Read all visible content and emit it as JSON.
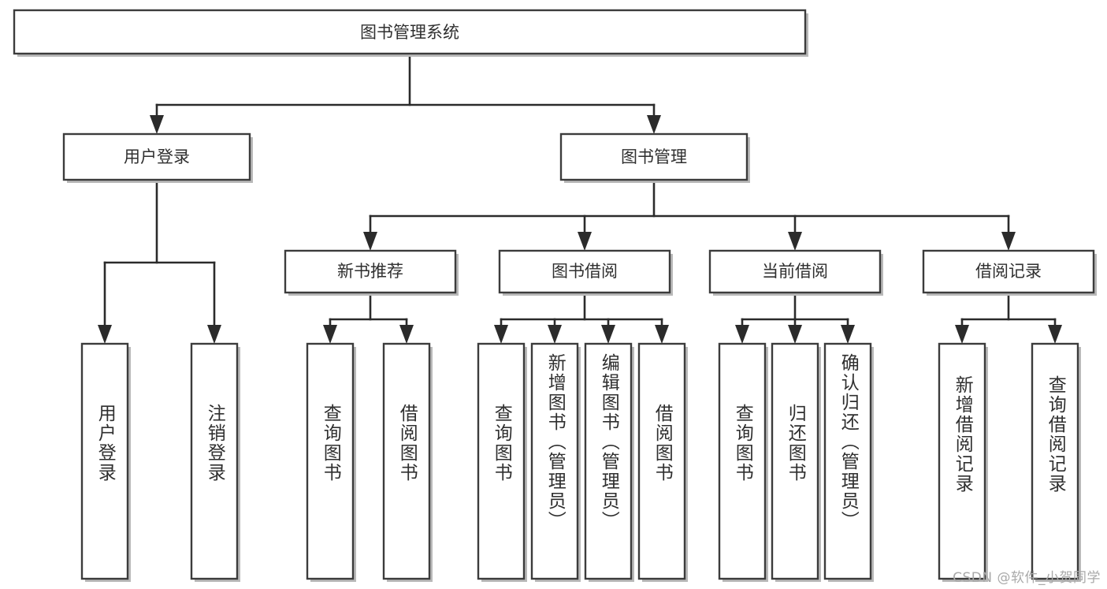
{
  "diagram": {
    "title": "图书管理系统",
    "watermark": "CSDN @软件_小贺同学",
    "colors": {
      "box_stroke": "#3c3c3c",
      "box_fill": "#ffffff",
      "connector": "#2b2b2b",
      "text": "#2f2f2f",
      "shadow": "#b9b9b9",
      "watermark": "#a9a9a9",
      "background": "#ffffff"
    },
    "root": {
      "label": "图书管理系统"
    },
    "level2": [
      {
        "label": "用户登录"
      },
      {
        "label": "图书管理"
      }
    ],
    "level3": [
      {
        "label": "新书推荐"
      },
      {
        "label": "图书借阅"
      },
      {
        "label": "当前借阅"
      },
      {
        "label": "借阅记录"
      }
    ],
    "leaves": {
      "user_login": [
        {
          "label": "用户登录"
        },
        {
          "label": "注销登录"
        }
      ],
      "new_book_recommend": [
        {
          "label": "查询图书"
        },
        {
          "label": "借阅图书"
        }
      ],
      "book_borrow": [
        {
          "label": "查询图书"
        },
        {
          "label": "新增图书（管理员）"
        },
        {
          "label": "编辑图书（管理员）"
        },
        {
          "label": "借阅图书"
        }
      ],
      "current_borrow": [
        {
          "label": "查询图书"
        },
        {
          "label": "归还图书"
        },
        {
          "label": "确认归还（管理员）"
        }
      ],
      "borrow_record": [
        {
          "label": "新增借阅记录"
        },
        {
          "label": "查询借阅记录"
        }
      ]
    }
  }
}
